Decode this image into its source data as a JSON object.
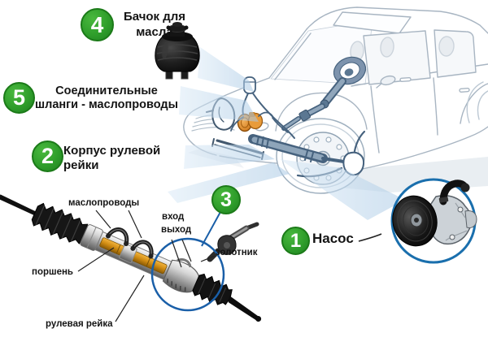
{
  "callouts": {
    "c1": {
      "number": "1",
      "label": "Насос"
    },
    "c2": {
      "number": "2",
      "line1": "Корпус рулевой",
      "line2": "рейки"
    },
    "c3": {
      "number": "3"
    },
    "c4": {
      "number": "4",
      "line1": "Бачок для",
      "line2": "масла"
    },
    "c5": {
      "number": "5",
      "line1": "Соединительные",
      "line2": "шланги - маслопроводы"
    }
  },
  "rack_detail_labels": {
    "oil_lines": "маслопроводы",
    "piston": "поршень",
    "steering_rack": "рулевая рейка",
    "inlet": "вход",
    "outlet": "выход",
    "spool_valve": "золотник"
  },
  "colors": {
    "badge_green": "#2f9e2b",
    "badge_ring": "#1b7a18",
    "highlight_blue": "#1a66ab",
    "beam_blue": "#bcd6ec",
    "pump_orange": "#d9831f"
  }
}
